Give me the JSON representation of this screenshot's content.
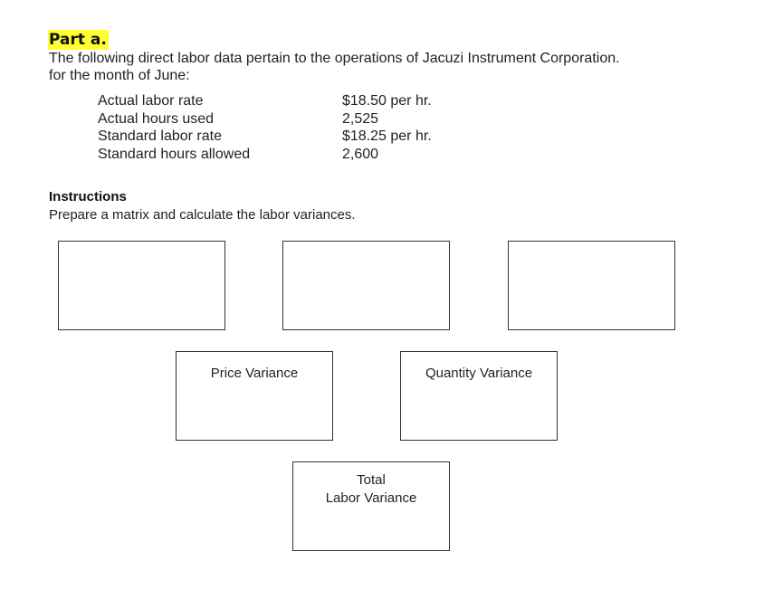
{
  "heading": {
    "part_label": "Part a."
  },
  "intro": {
    "line1": "The following direct labor data pertain to the operations of Jacuzi Instrument Corporation.",
    "line2": "for the month of June:"
  },
  "labor_data": [
    {
      "label": "Actual labor rate",
      "value": "$18.50 per hr."
    },
    {
      "label": "Actual hours used",
      "value": "2,525"
    },
    {
      "label": "Standard labor rate",
      "value": "$18.25 per hr."
    },
    {
      "label": "Standard hours allowed",
      "value": "2,600"
    }
  ],
  "instructions": {
    "heading": "Instructions",
    "text": "Prepare a matrix and calculate the labor variances."
  },
  "matrix": {
    "price_variance_label": "Price Variance",
    "quantity_variance_label": "Quantity Variance",
    "total_line1": "Total",
    "total_line2": "Labor Variance"
  }
}
